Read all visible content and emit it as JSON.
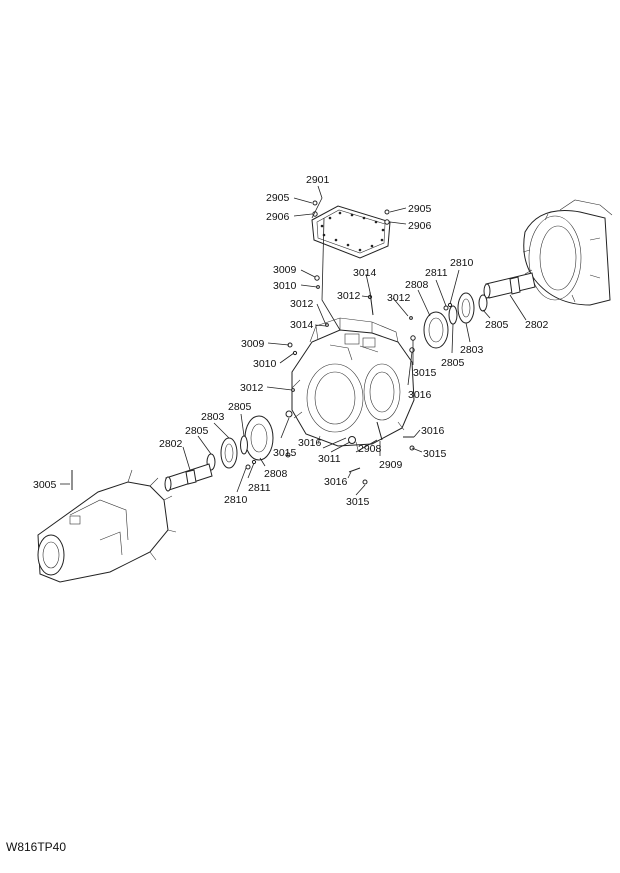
{
  "drawing_code": "W816TP40",
  "callouts": [
    {
      "id": "c2901",
      "text": "2901"
    },
    {
      "id": "c2905a",
      "text": "2905"
    },
    {
      "id": "c2906a",
      "text": "2906"
    },
    {
      "id": "c2905b",
      "text": "2905"
    },
    {
      "id": "c2906b",
      "text": "2906"
    },
    {
      "id": "c3009a",
      "text": "3009"
    },
    {
      "id": "c3010a",
      "text": "3010"
    },
    {
      "id": "c3014a",
      "text": "3014"
    },
    {
      "id": "c3012a",
      "text": "3012"
    },
    {
      "id": "c3012b",
      "text": "3012"
    },
    {
      "id": "c3012c",
      "text": "3012"
    },
    {
      "id": "c3014b",
      "text": "3014"
    },
    {
      "id": "c3009b",
      "text": "3009"
    },
    {
      "id": "c3010b",
      "text": "3010"
    },
    {
      "id": "c3012d",
      "text": "3012"
    },
    {
      "id": "c2808a",
      "text": "2808"
    },
    {
      "id": "c2811a",
      "text": "2811"
    },
    {
      "id": "c2810a",
      "text": "2810"
    },
    {
      "id": "c2805a",
      "text": "2805"
    },
    {
      "id": "c2802a",
      "text": "2802"
    },
    {
      "id": "c2803a",
      "text": "2803"
    },
    {
      "id": "c2805b",
      "text": "2805"
    },
    {
      "id": "c3015a",
      "text": "3015"
    },
    {
      "id": "c3016a",
      "text": "3016"
    },
    {
      "id": "c2805c",
      "text": "2805"
    },
    {
      "id": "c2803b",
      "text": "2803"
    },
    {
      "id": "c2805d",
      "text": "2805"
    },
    {
      "id": "c2802b",
      "text": "2802"
    },
    {
      "id": "c3016b",
      "text": "3016"
    },
    {
      "id": "c3015b",
      "text": "3015"
    },
    {
      "id": "c2808b",
      "text": "2808"
    },
    {
      "id": "c2811b",
      "text": "2811"
    },
    {
      "id": "c2810b",
      "text": "2810"
    },
    {
      "id": "c3011",
      "text": "3011"
    },
    {
      "id": "c2908",
      "text": "2908"
    },
    {
      "id": "c2909",
      "text": "2909"
    },
    {
      "id": "c3016c",
      "text": "3016"
    },
    {
      "id": "c3015c",
      "text": "3015"
    },
    {
      "id": "c3016d",
      "text": "3016"
    },
    {
      "id": "c3015d",
      "text": "3015"
    },
    {
      "id": "c3005",
      "text": "3005"
    }
  ]
}
